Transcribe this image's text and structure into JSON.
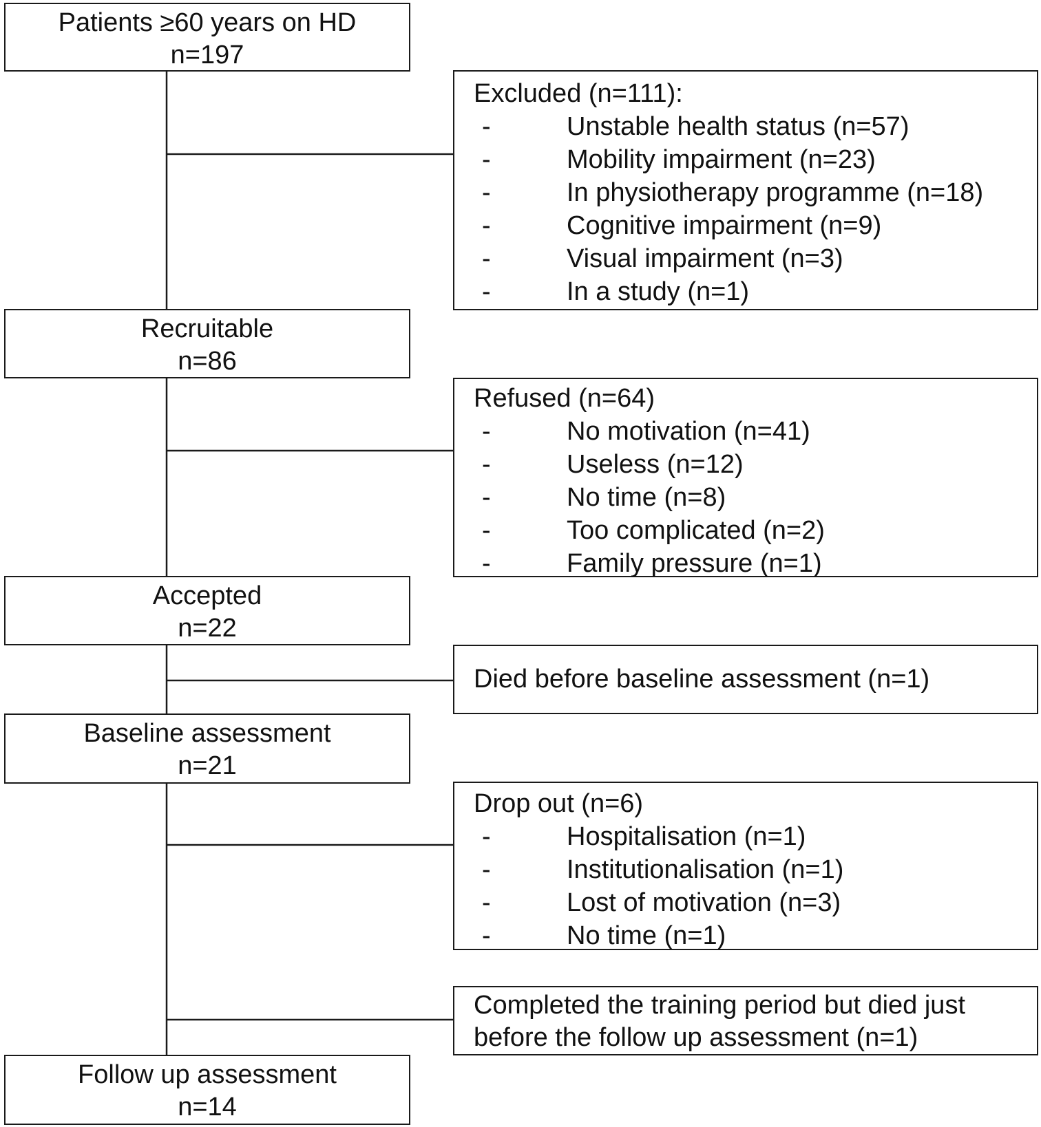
{
  "main_flow": [
    {
      "id": "patients",
      "title": "Patients ≥60 years on HD",
      "n": "n=197"
    },
    {
      "id": "recruitable",
      "title": "Recruitable",
      "n": "n=86"
    },
    {
      "id": "accepted",
      "title": "Accepted",
      "n": "n=22"
    },
    {
      "id": "baseline",
      "title": "Baseline assessment",
      "n": "n=21"
    },
    {
      "id": "followup",
      "title": "Follow up assessment",
      "n": "n=14"
    }
  ],
  "side_boxes": {
    "excluded": {
      "title": "Excluded (n=111):",
      "items": [
        "Unstable health status (n=57)",
        "Mobility impairment (n=23)",
        "In physiotherapy programme (n=18)",
        "Cognitive impairment (n=9)",
        "Visual impairment (n=3)",
        "In a study (n=1)"
      ]
    },
    "refused": {
      "title": "Refused (n=64)",
      "items": [
        "No motivation (n=41)",
        "Useless (n=12)",
        "No time (n=8)",
        "Too complicated (n=2)",
        "Family pressure (n=1)"
      ]
    },
    "died_before_baseline": {
      "text": "Died before baseline assessment (n=1)"
    },
    "dropout": {
      "title": "Drop out (n=6)",
      "items": [
        "Hospitalisation (n=1)",
        "Institutionalisation (n=1)",
        "Lost of motivation (n=3)",
        "No time (n=1)"
      ]
    },
    "died_before_followup": {
      "lines": [
        "Completed the training period but died just",
        "before the follow up assessment (n=1)"
      ]
    }
  },
  "bullet": "-"
}
